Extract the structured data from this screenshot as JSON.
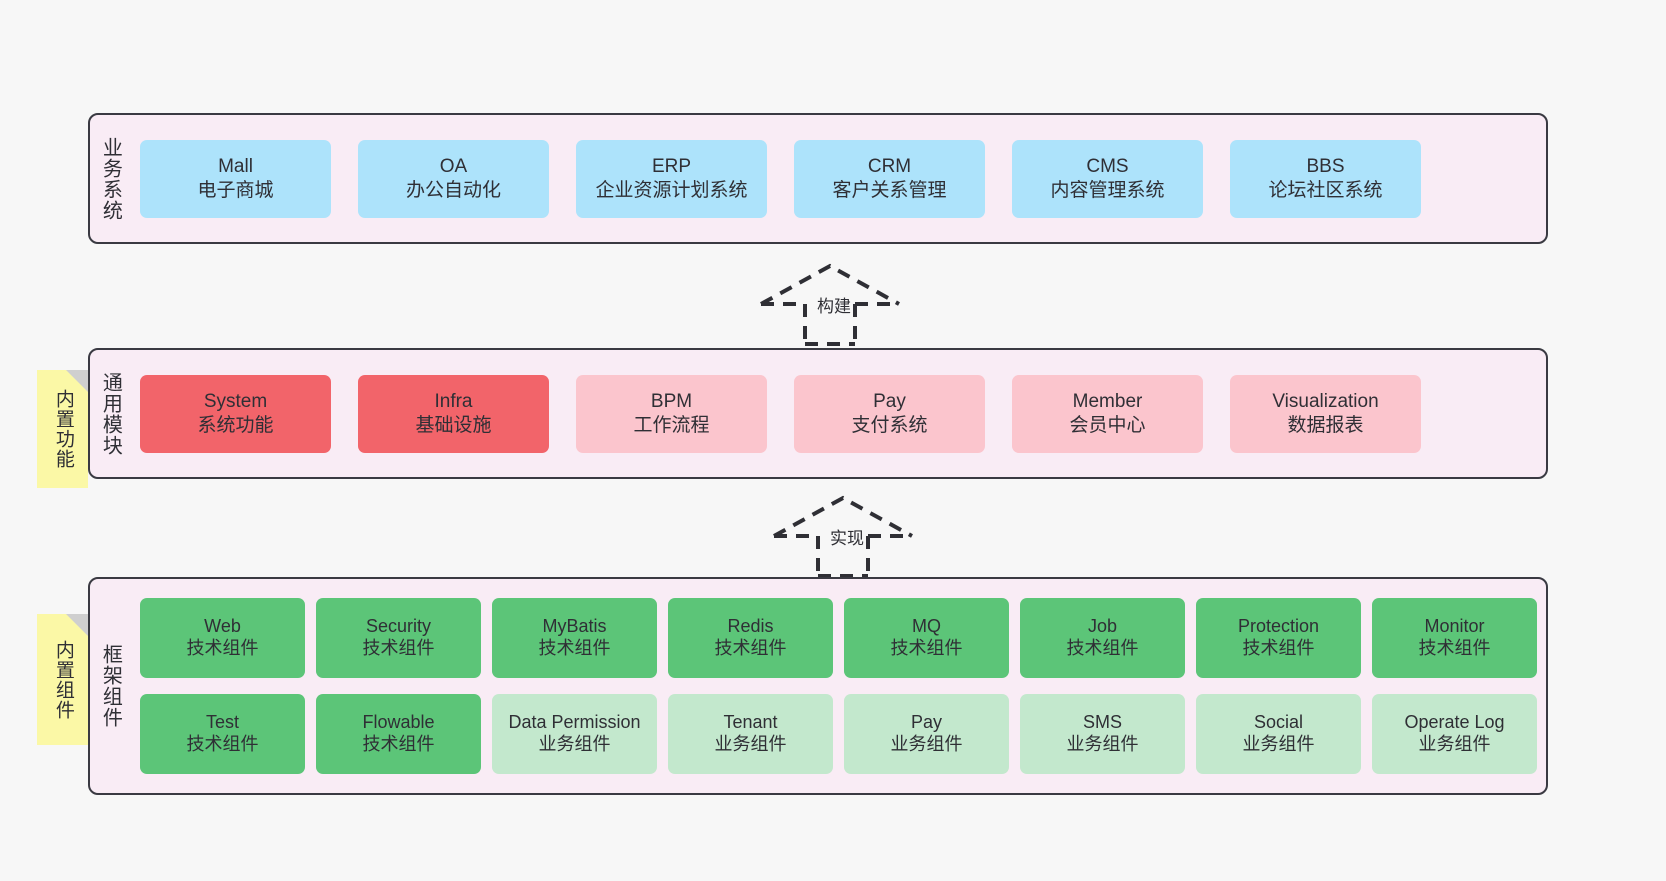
{
  "theme": {
    "background": "#f7f7f7",
    "panel_bg": "#f9ecf5",
    "panel_border": "#3a3a42",
    "blue": "#ade3fb",
    "red": "#f2646a",
    "pink": "#fbc5cd",
    "green": "#5cc578",
    "light_green": "#c3e8cd",
    "note_yellow": "#fbf8a6",
    "note_fold": "#cfcfcf",
    "text": "#2f2f35"
  },
  "layers": {
    "business": {
      "label": "业务系统",
      "items": [
        {
          "en": "Mall",
          "cn": "电子商城"
        },
        {
          "en": "OA",
          "cn": "办公自动化"
        },
        {
          "en": "ERP",
          "cn": "企业资源计划系统"
        },
        {
          "en": "CRM",
          "cn": "客户关系管理"
        },
        {
          "en": "CMS",
          "cn": "内容管理系统"
        },
        {
          "en": "BBS",
          "cn": "论坛社区系统"
        }
      ]
    },
    "common": {
      "label": "通用模块",
      "note": "内置功能",
      "items": [
        {
          "en": "System",
          "cn": "系统功能",
          "style": "red"
        },
        {
          "en": "Infra",
          "cn": "基础设施",
          "style": "red"
        },
        {
          "en": "BPM",
          "cn": "工作流程",
          "style": "pink"
        },
        {
          "en": "Pay",
          "cn": "支付系统",
          "style": "pink"
        },
        {
          "en": "Member",
          "cn": "会员中心",
          "style": "pink"
        },
        {
          "en": "Visualization",
          "cn": "数据报表",
          "style": "pink"
        }
      ]
    },
    "framework": {
      "label": "框架组件",
      "note": "内置组件",
      "row1": [
        {
          "en": "Web",
          "cn": "技术组件",
          "style": "green"
        },
        {
          "en": "Security",
          "cn": "技术组件",
          "style": "green"
        },
        {
          "en": "MyBatis",
          "cn": "技术组件",
          "style": "green"
        },
        {
          "en": "Redis",
          "cn": "技术组件",
          "style": "green"
        },
        {
          "en": "MQ",
          "cn": "技术组件",
          "style": "green"
        },
        {
          "en": "Job",
          "cn": "技术组件",
          "style": "green"
        },
        {
          "en": "Protection",
          "cn": "技术组件",
          "style": "green"
        },
        {
          "en": "Monitor",
          "cn": "技术组件",
          "style": "green"
        }
      ],
      "row2": [
        {
          "en": "Test",
          "cn": "技术组件",
          "style": "green"
        },
        {
          "en": "Flowable",
          "cn": "技术组件",
          "style": "green"
        },
        {
          "en": "Data Permission",
          "cn": "业务组件",
          "style": "light_green"
        },
        {
          "en": "Tenant",
          "cn": "业务组件",
          "style": "light_green"
        },
        {
          "en": "Pay",
          "cn": "业务组件",
          "style": "light_green"
        },
        {
          "en": "SMS",
          "cn": "业务组件",
          "style": "light_green"
        },
        {
          "en": "Social",
          "cn": "业务组件",
          "style": "light_green"
        },
        {
          "en": "Operate Log",
          "cn": "业务组件",
          "style": "light_green"
        }
      ]
    }
  },
  "connectors": [
    {
      "id": "build",
      "label": "构建"
    },
    {
      "id": "impl",
      "label": "实现"
    }
  ]
}
